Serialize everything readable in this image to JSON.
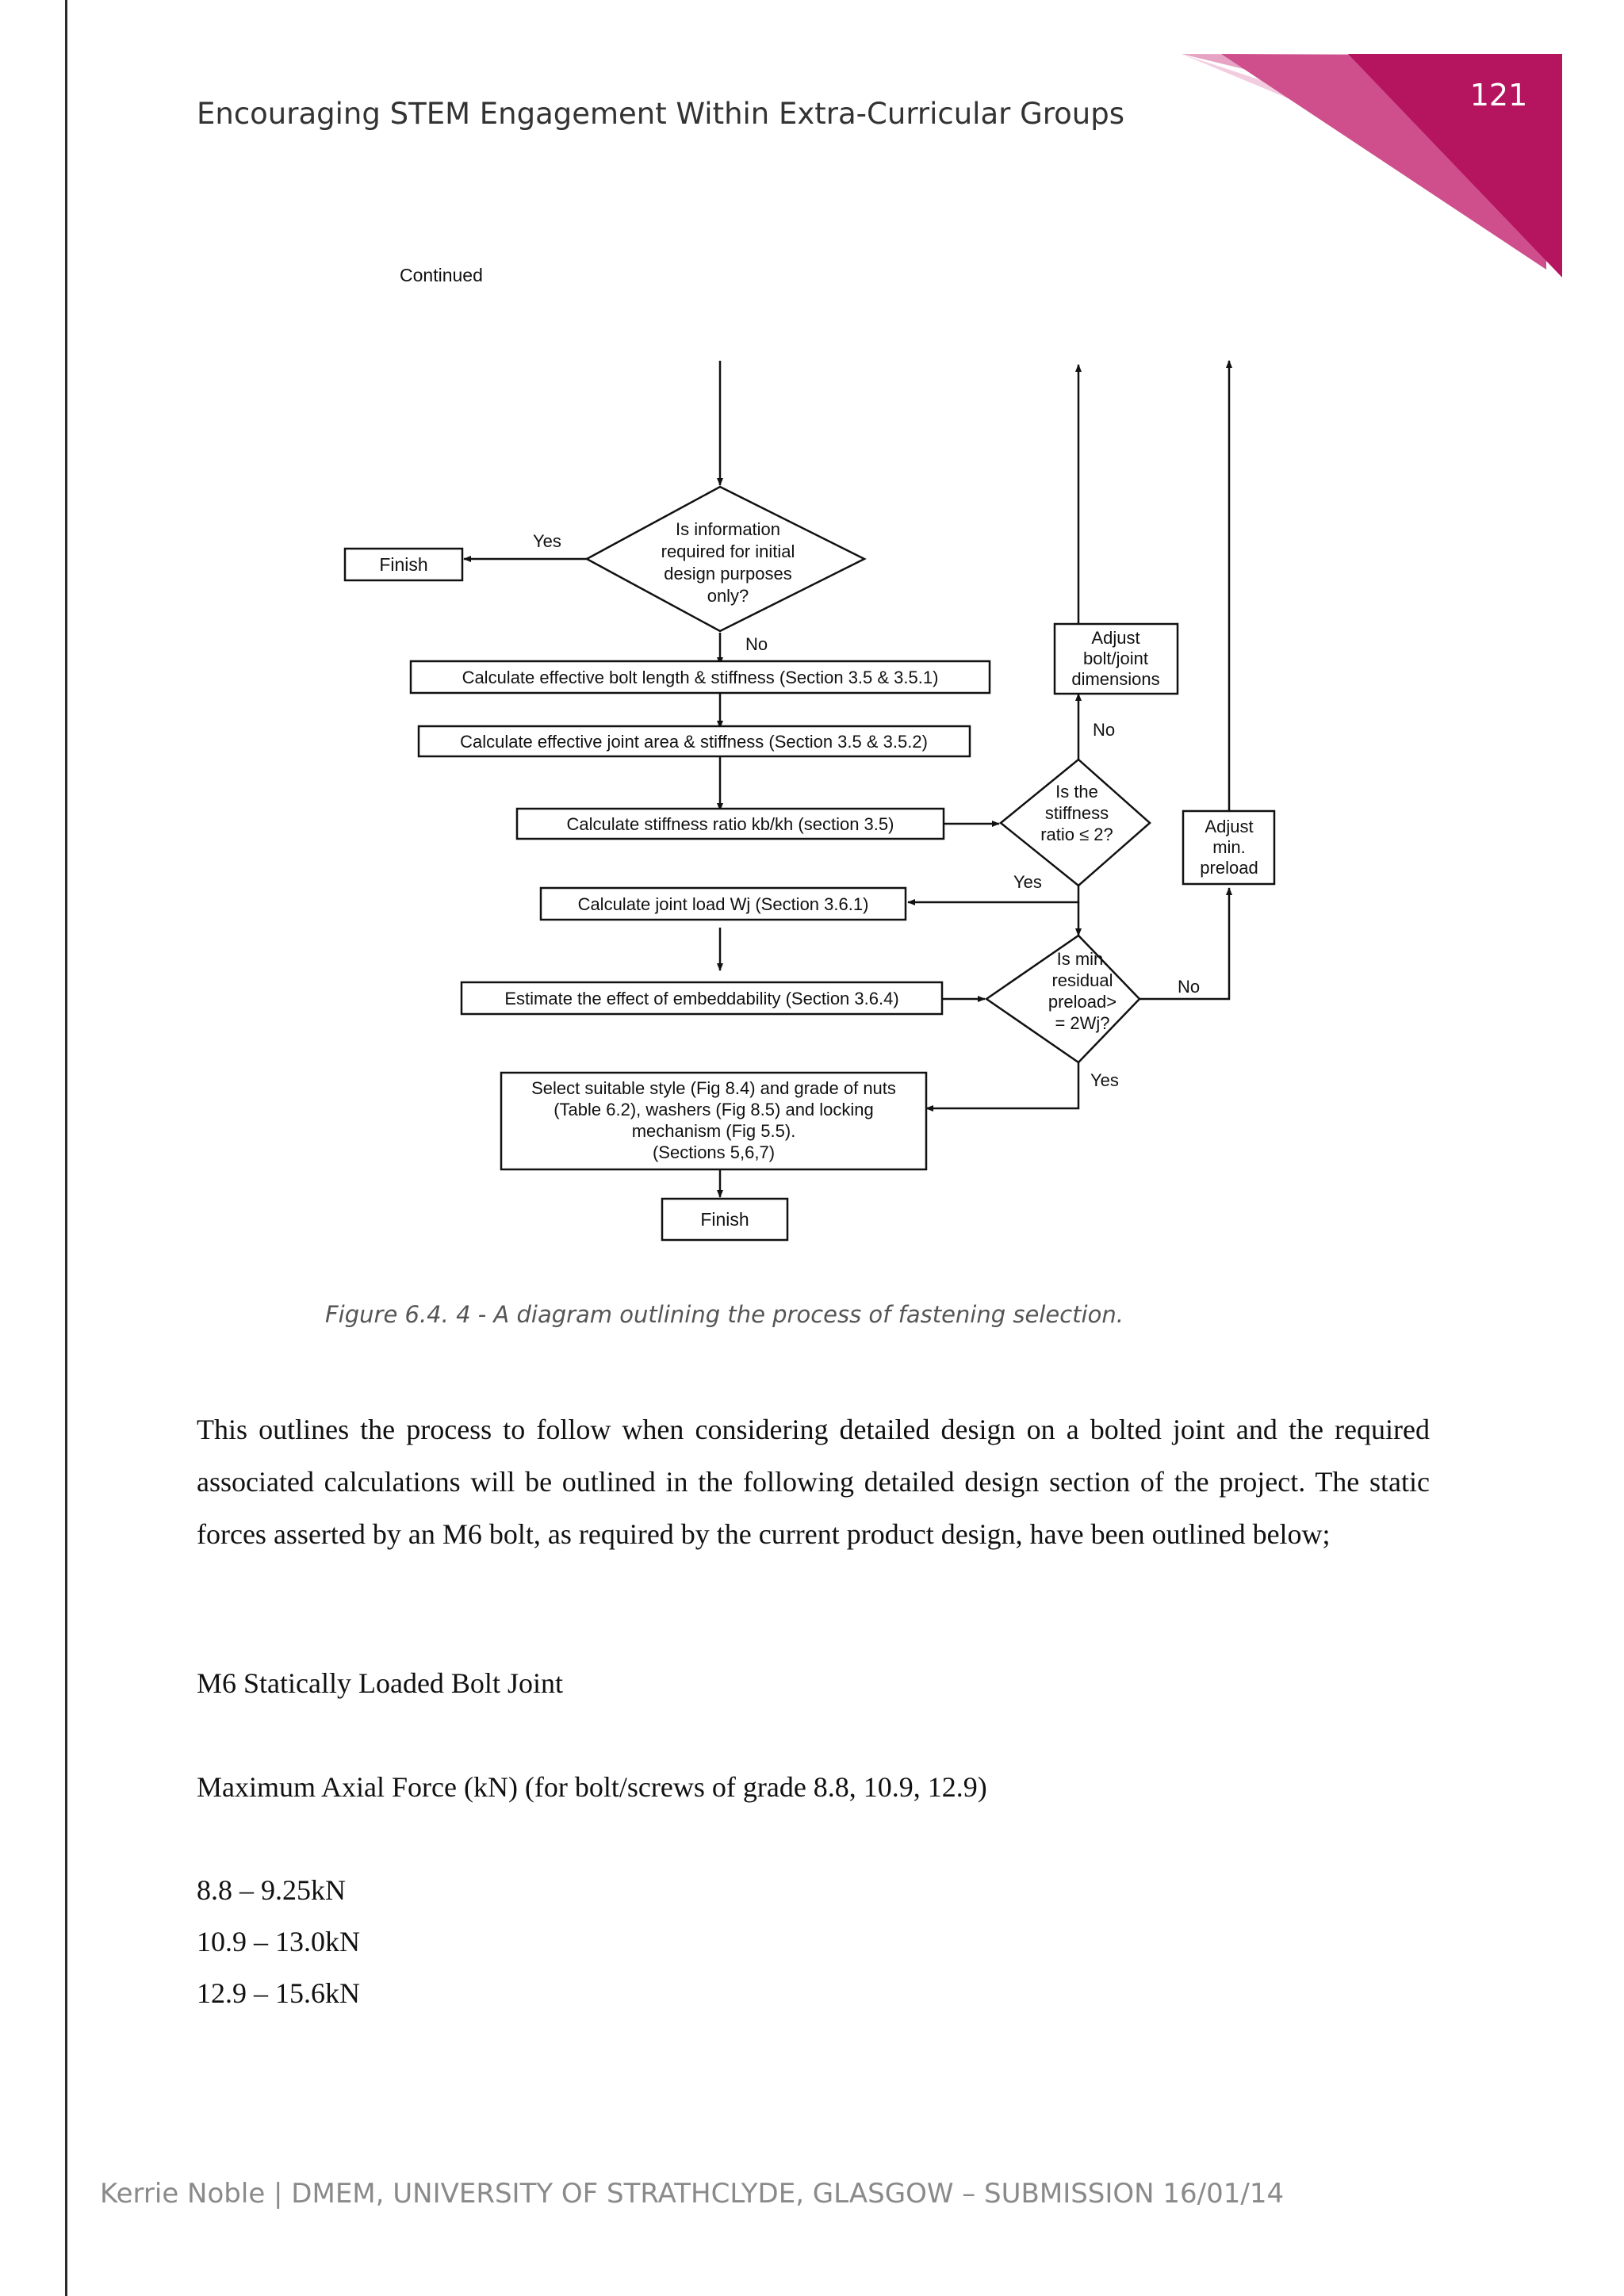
{
  "header": {
    "page_number": "121",
    "title": "Encouraging STEM Engagement Within Extra-Curricular Groups",
    "accent_colors": [
      "#b5145f",
      "#cf4f8c",
      "#e6a3c3",
      "#f2cde0"
    ]
  },
  "flowchart": {
    "continued": "Continued",
    "finish_top": "Finish",
    "decision_info": [
      "Is information",
      "required for initial",
      "design purposes",
      "only?"
    ],
    "label_yes_info": "Yes",
    "label_no_info": "No",
    "calc_bolt": "Calculate effective bolt length & stiffness (Section 3.5 & 3.5.1)",
    "calc_joint": "Calculate effective joint area & stiffness (Section 3.5 & 3.5.2)",
    "calc_ratio": "Calculate stiffness ratio kb/kh (section 3.5)",
    "calc_load": "Calculate joint load Wj (Section 3.6.1)",
    "estimate_embed": "Estimate the effect of embeddability (Section 3.6.4)",
    "select_lines": [
      "Select suitable style (Fig 8.4) and grade of nuts",
      "(Table 6.2), washers (Fig 8.5) and locking",
      "mechanism (Fig 5.5).",
      "(Sections 5,6,7)"
    ],
    "finish_bottom": "Finish",
    "adjust_bolt": [
      "Adjust",
      "bolt/joint",
      "dimensions"
    ],
    "decision_ratio": [
      "Is the",
      "stiffness",
      "ratio ≤ 2?"
    ],
    "label_no_ratio": "No",
    "label_yes_ratio": "Yes",
    "adjust_preload": [
      "Adjust",
      "min.",
      "preload"
    ],
    "decision_preload": [
      "Is min.",
      "residual",
      "preload>",
      "= 2Wj?"
    ],
    "label_no_preload": "No",
    "label_yes_preload": "Yes"
  },
  "caption": "Figure 6.4. 4 - A diagram outlining the process of fastening selection.",
  "body": {
    "paragraph": "This outlines the process to follow when considering detailed design on a bolted joint and the required associated calculations will be outlined in the following detailed design section of the project.  The static forces asserted by an M6 bolt, as required by the current product design, have been outlined below;",
    "subheading": "M6 Statically Loaded Bolt Joint",
    "axial_line": "Maximum Axial Force (kN) (for bolt/screws of grade 8.8, 10.9, 12.9)",
    "grades": [
      "8.8 – 9.25kN",
      "10.9 – 13.0kN",
      "12.9 – 15.6kN"
    ]
  },
  "footer": "Kerrie Noble | DMEM, UNIVERSITY OF STRATHCLYDE, GLASGOW – SUBMISSION 16/01/14"
}
